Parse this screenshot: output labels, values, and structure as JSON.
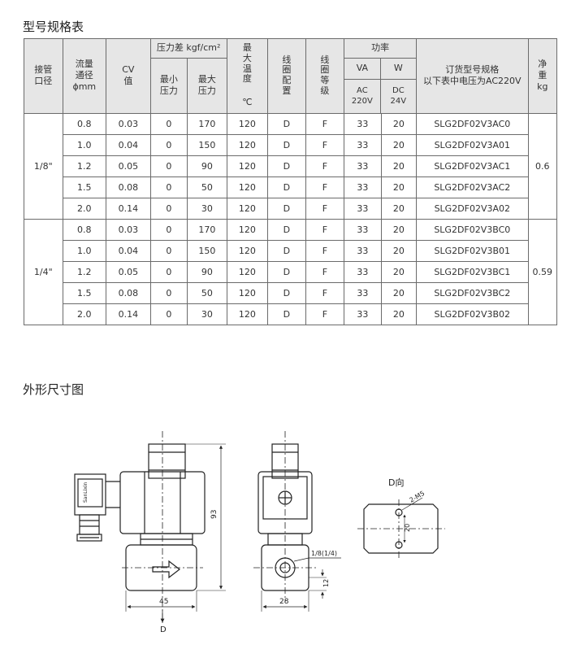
{
  "title_table": "型号规格表",
  "title_drawing": "外形尺寸图",
  "headers": {
    "port": "接管\n口径",
    "flow": "流量\n通径\nϕmm",
    "cv": "CV\n值",
    "pressure_group": "压力差 kgf/cm²",
    "pmin": "最小\n压力",
    "pmax": "最大\n压力",
    "maxtemp": "最大温度",
    "temp_unit": "℃",
    "wiring": "线圈配置",
    "grade": "线圈等级",
    "power_group": "功率",
    "va": "VA",
    "w": "W",
    "ac": "AC\n220V",
    "dc": "DC\n24V",
    "order": "订货型号规格\n以下表中电压为AC220V",
    "weight": "净\n重\nkg"
  },
  "groups": [
    {
      "port": "1/8\"",
      "weight": "0.6",
      "rows": [
        {
          "flow": "0.8",
          "cv": "0.03",
          "pmin": "0",
          "pmax": "170",
          "temp": "120",
          "wiring": "D",
          "grade": "F",
          "va": "33",
          "w": "20",
          "model": "SLG2DF02V3AC0"
        },
        {
          "flow": "1.0",
          "cv": "0.04",
          "pmin": "0",
          "pmax": "150",
          "temp": "120",
          "wiring": "D",
          "grade": "F",
          "va": "33",
          "w": "20",
          "model": "SLG2DF02V3A01"
        },
        {
          "flow": "1.2",
          "cv": "0.05",
          "pmin": "0",
          "pmax": "90",
          "temp": "120",
          "wiring": "D",
          "grade": "F",
          "va": "33",
          "w": "20",
          "model": "SLG2DF02V3AC1"
        },
        {
          "flow": "1.5",
          "cv": "0.08",
          "pmin": "0",
          "pmax": "50",
          "temp": "120",
          "wiring": "D",
          "grade": "F",
          "va": "33",
          "w": "20",
          "model": "SLG2DF02V3AC2"
        },
        {
          "flow": "2.0",
          "cv": "0.14",
          "pmin": "0",
          "pmax": "30",
          "temp": "120",
          "wiring": "D",
          "grade": "F",
          "va": "33",
          "w": "20",
          "model": "SLG2DF02V3A02"
        }
      ]
    },
    {
      "port": "1/4\"",
      "weight": "0.59",
      "rows": [
        {
          "flow": "0.8",
          "cv": "0.03",
          "pmin": "0",
          "pmax": "170",
          "temp": "120",
          "wiring": "D",
          "grade": "F",
          "va": "33",
          "w": "20",
          "model": "SLG2DF02V3BC0"
        },
        {
          "flow": "1.0",
          "cv": "0.04",
          "pmin": "0",
          "pmax": "150",
          "temp": "120",
          "wiring": "D",
          "grade": "F",
          "va": "33",
          "w": "20",
          "model": "SLG2DF02V3B01"
        },
        {
          "flow": "1.2",
          "cv": "0.05",
          "pmin": "0",
          "pmax": "90",
          "temp": "120",
          "wiring": "D",
          "grade": "F",
          "va": "33",
          "w": "20",
          "model": "SLG2DF02V3BC1"
        },
        {
          "flow": "1.5",
          "cv": "0.08",
          "pmin": "0",
          "pmax": "50",
          "temp": "120",
          "wiring": "D",
          "grade": "F",
          "va": "33",
          "w": "20",
          "model": "SLG2DF02V3BC2"
        },
        {
          "flow": "2.0",
          "cv": "0.14",
          "pmin": "0",
          "pmax": "30",
          "temp": "120",
          "wiring": "D",
          "grade": "F",
          "va": "33",
          "w": "20",
          "model": "SLG2DF02V3B02"
        }
      ]
    }
  ],
  "drawing": {
    "dim_height": "93",
    "dim_width_front": "45",
    "dim_width_side": "28",
    "dim_port": "1/8(1/4)",
    "dim_port_height": "12",
    "view_d_label": "D",
    "view_d_title": "D向",
    "dim_holes": "2-M5",
    "dim_hole_spacing": "20",
    "coil_label": "SanLixin"
  }
}
